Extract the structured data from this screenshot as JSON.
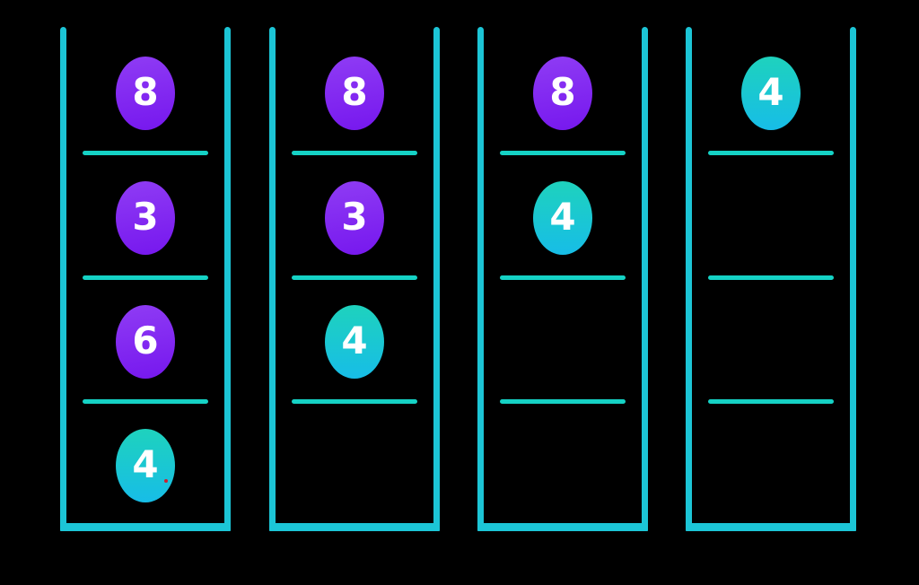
{
  "board": {
    "background_color": "#000000",
    "tube_outline_color": "#1cc5d6",
    "divider_color": "#15d2c5",
    "number_text_color": "#ffffff",
    "tube_count": 4,
    "slots_per_tube": 4,
    "tubes": [
      {
        "name": "tube-1",
        "slots": [
          "8",
          "3",
          "6",
          "4"
        ]
      },
      {
        "name": "tube-2",
        "slots": [
          "8",
          "3",
          "4",
          ""
        ]
      },
      {
        "name": "tube-3",
        "slots": [
          "8",
          "4",
          "",
          ""
        ]
      },
      {
        "name": "tube-4",
        "slots": [
          "4",
          "",
          "",
          ""
        ]
      }
    ],
    "ball_styles": {
      "purple": {
        "top": "#8f3cf4",
        "bottom": "#7617ee"
      },
      "cyan": {
        "top": "#1ed2bd",
        "bottom": "#17bde7"
      }
    },
    "value_color_map": {
      "8": "purple",
      "3": "purple",
      "6": "purple",
      "4": "cyan"
    }
  },
  "artifacts": {
    "red_dot_color": "#cf2030"
  }
}
